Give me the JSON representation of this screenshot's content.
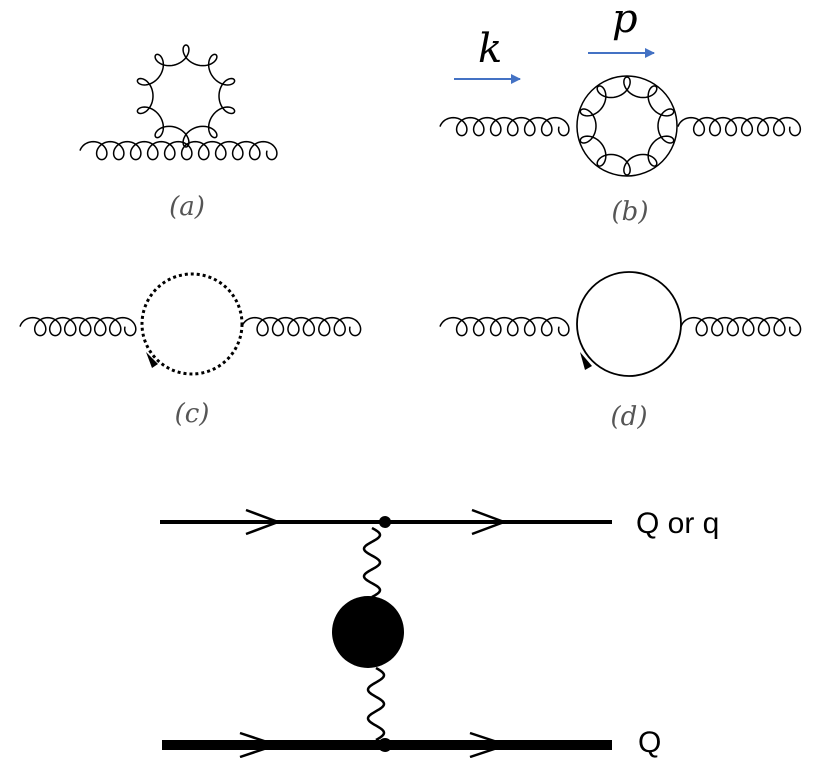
{
  "diagrams": {
    "a": {
      "label": "(a)"
    },
    "b": {
      "label": "(b)",
      "momentum_in": "k",
      "momentum_loop": "p"
    },
    "c": {
      "label": "(c)"
    },
    "d": {
      "label": "(d)"
    }
  },
  "exchange": {
    "top_line_label": "Q or q",
    "bottom_line_label": "Q"
  },
  "colors": {
    "line": "#000000",
    "momentum_arrow": "#4472C4",
    "panel_label": "#555555"
  }
}
